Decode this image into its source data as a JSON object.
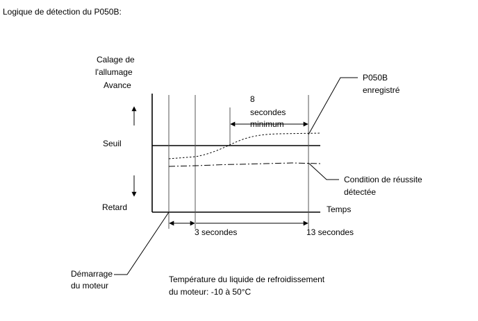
{
  "title": "Logique de détection du P050B:",
  "y_axis": {
    "label_lines": [
      "Calage de",
      "l'allumage",
      "Avance"
    ],
    "threshold": "Seuil",
    "bottom": "Retard"
  },
  "x_axis": {
    "label": "Temps"
  },
  "timing": {
    "minimum_lines": [
      "8",
      "secondes",
      "minimum"
    ],
    "three_seconds": "3 secondes",
    "thirteen_seconds": "13 secondes"
  },
  "callouts": {
    "recorded_lines": [
      "P050B",
      "enregistré"
    ],
    "success_lines": [
      "Condition de réussite",
      "détectée"
    ],
    "engine_start_lines": [
      "Démarrage",
      "du moteur"
    ]
  },
  "note_lines": [
    "Température du liquide de refroidissement",
    "du moteur: -10 à 50°C"
  ],
  "colors": {
    "ink": "#000000",
    "background": "#ffffff"
  }
}
